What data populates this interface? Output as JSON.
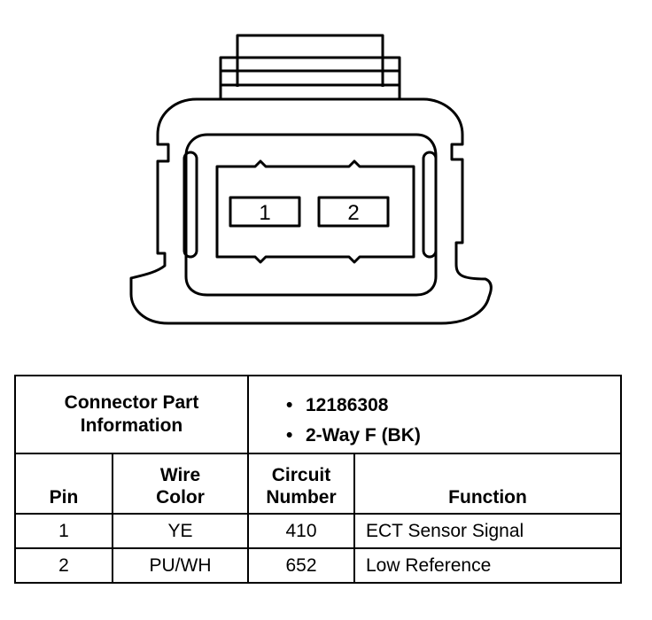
{
  "connector": {
    "pin_labels": [
      "1",
      "2"
    ]
  },
  "table": {
    "part_info_label_line1": "Connector Part",
    "part_info_label_line2": "Information",
    "part_info_bullets": [
      "12186308",
      "2-Way F (BK)"
    ],
    "columns": {
      "pin": "Pin",
      "wire_color_line1": "Wire",
      "wire_color_line2": "Color",
      "circuit_number_line1": "Circuit",
      "circuit_number_line2": "Number",
      "function": "Function"
    },
    "rows": [
      {
        "pin": "1",
        "wire_color": "YE",
        "circuit": "410",
        "function": "ECT Sensor Signal"
      },
      {
        "pin": "2",
        "wire_color": "PU/WH",
        "circuit": "652",
        "function": "Low Reference"
      }
    ]
  }
}
